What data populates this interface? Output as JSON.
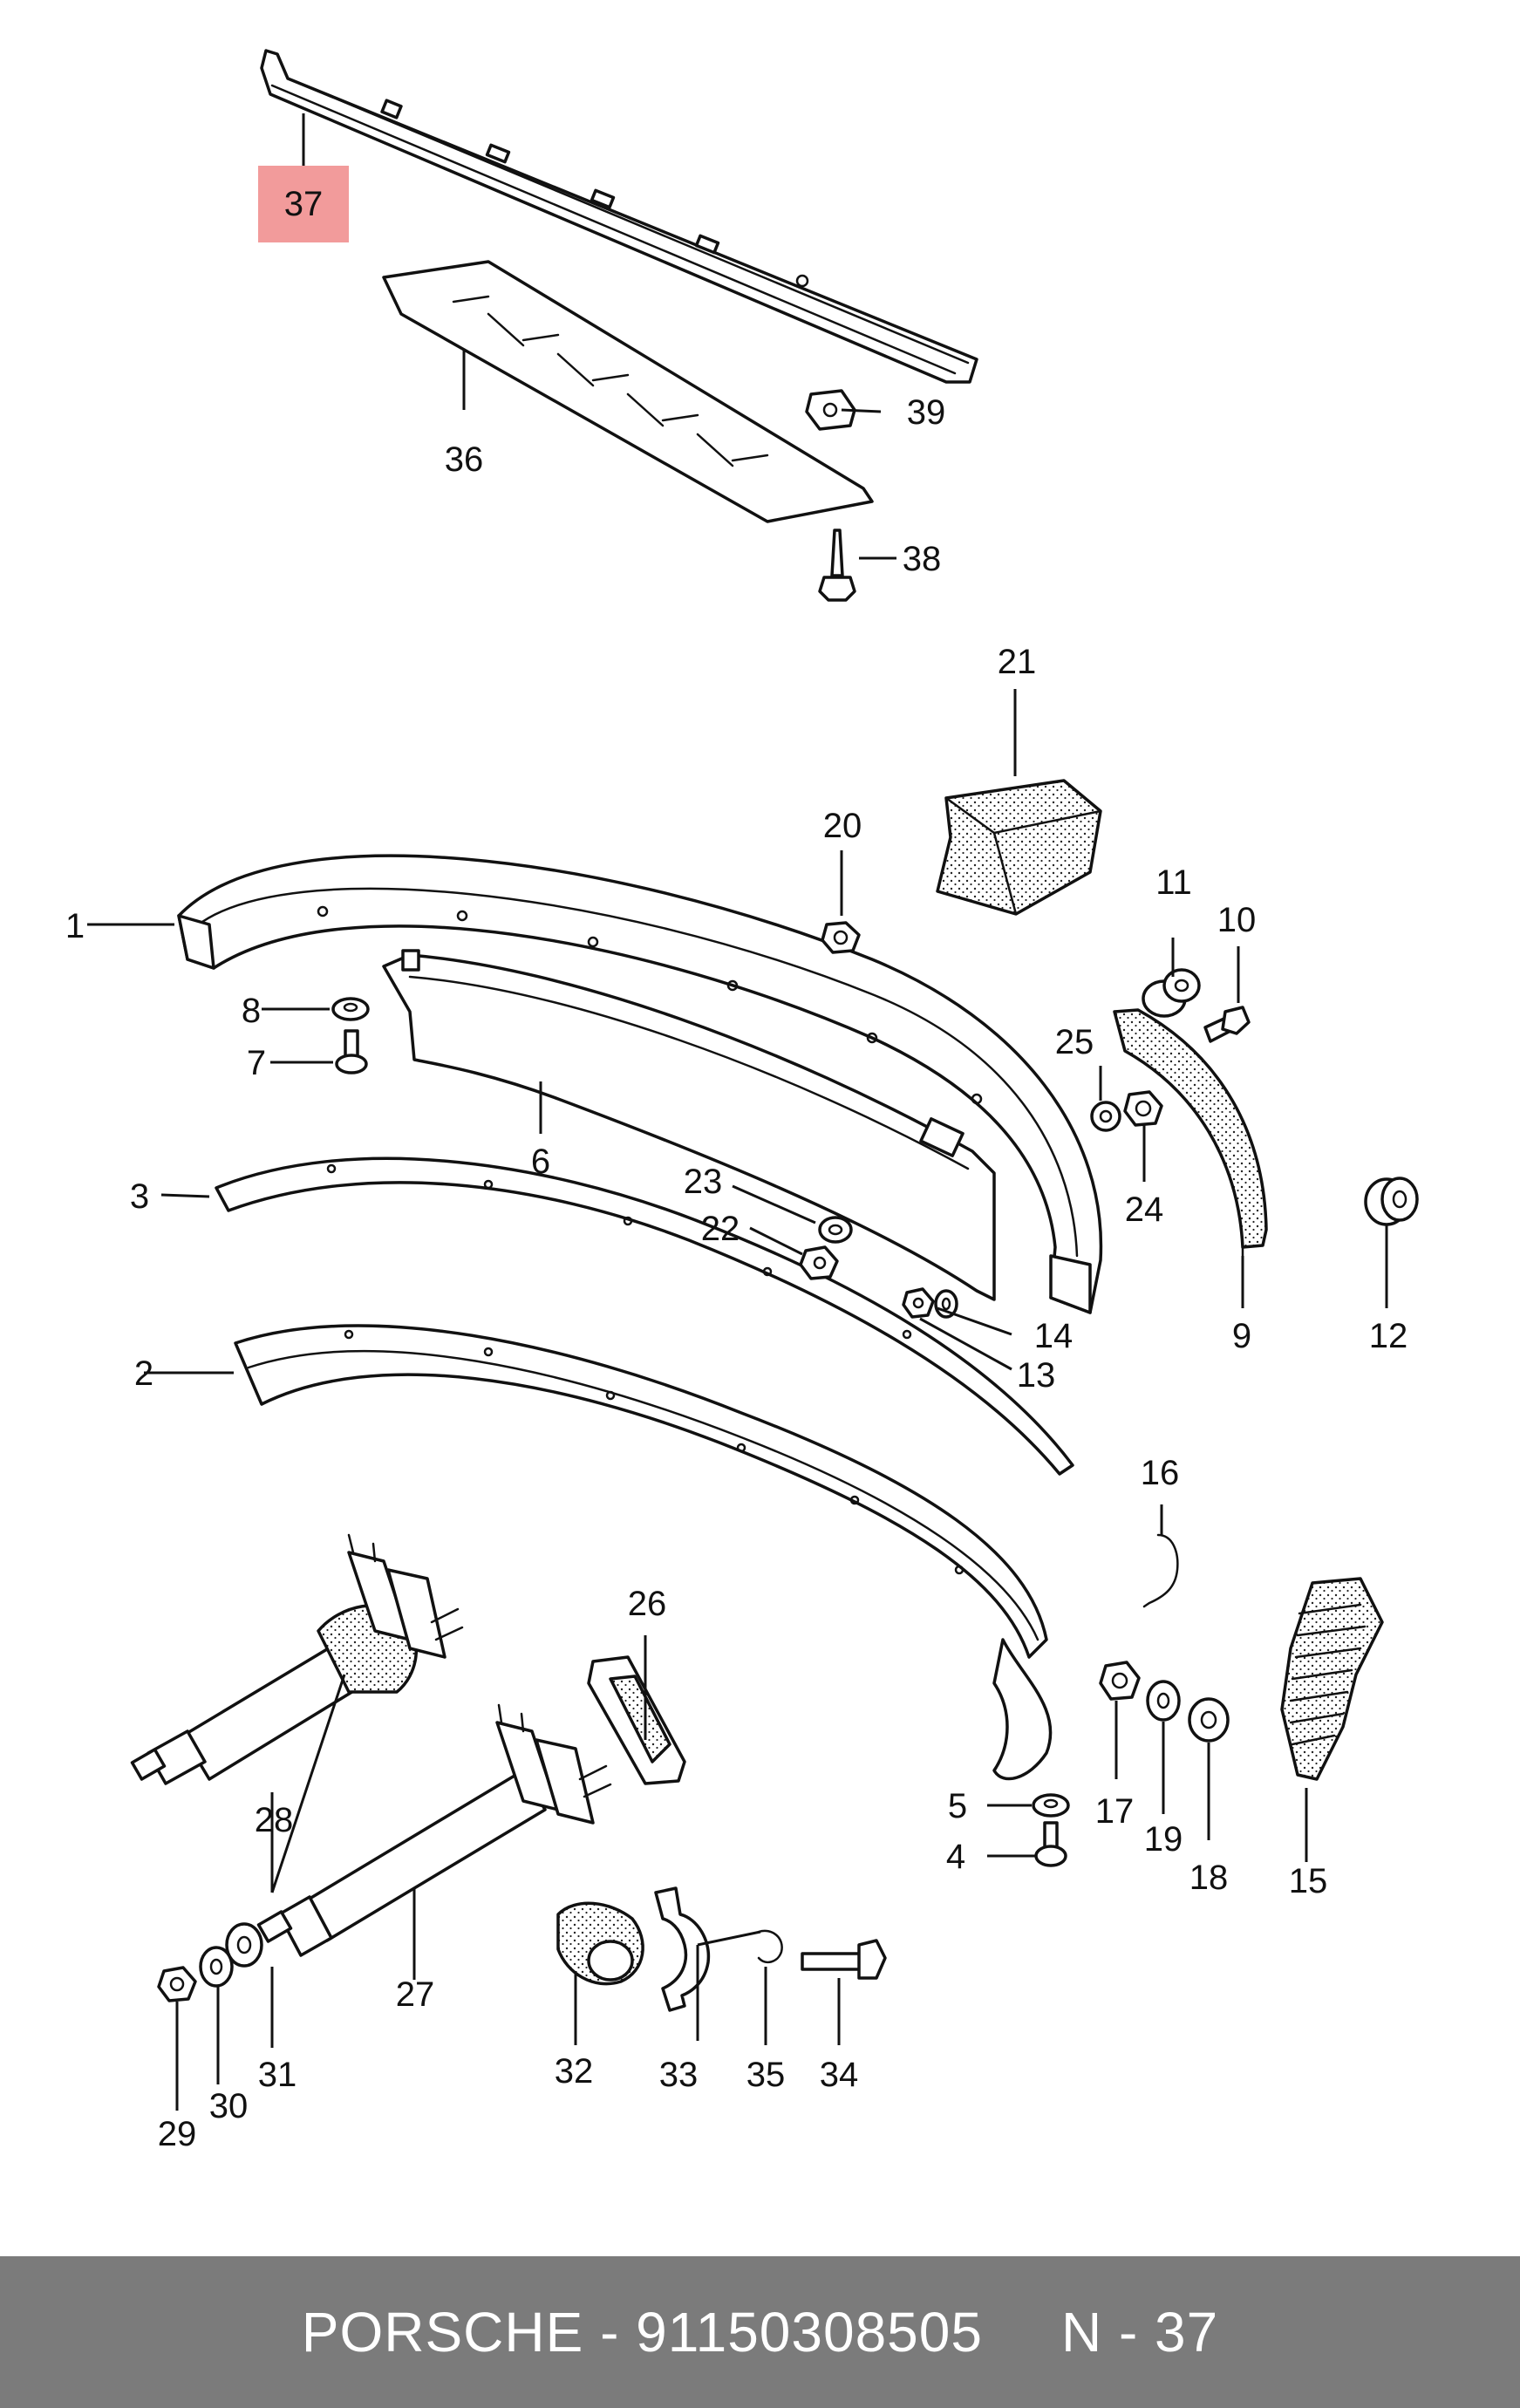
{
  "footer": {
    "brand": "PORSCHE",
    "separator": " - ",
    "part_number": "91150308505",
    "diagram_ref": "N - 37"
  },
  "highlighted_callout": "37",
  "callouts": {
    "c1": "1",
    "c2": "2",
    "c3": "3",
    "c4": "4",
    "c5": "5",
    "c6": "6",
    "c7": "7",
    "c8": "8",
    "c9": "9",
    "c10": "10",
    "c11": "11",
    "c12": "12",
    "c13": "13",
    "c14": "14",
    "c15": "15",
    "c16": "16",
    "c17": "17",
    "c18": "18",
    "c19": "19",
    "c20": "20",
    "c21": "21",
    "c22": "22",
    "c23": "23",
    "c24": "24",
    "c25": "25",
    "c26": "26",
    "c27": "27",
    "c28": "28",
    "c29": "29",
    "c30": "30",
    "c31": "31",
    "c32": "32",
    "c33": "33",
    "c34": "34",
    "c35": "35",
    "c36": "36",
    "c37": "37",
    "c38": "38",
    "c39": "39"
  },
  "colors": {
    "highlight": "#f08a8a",
    "footer_background": "#7b7b7b",
    "line": "#111111"
  }
}
